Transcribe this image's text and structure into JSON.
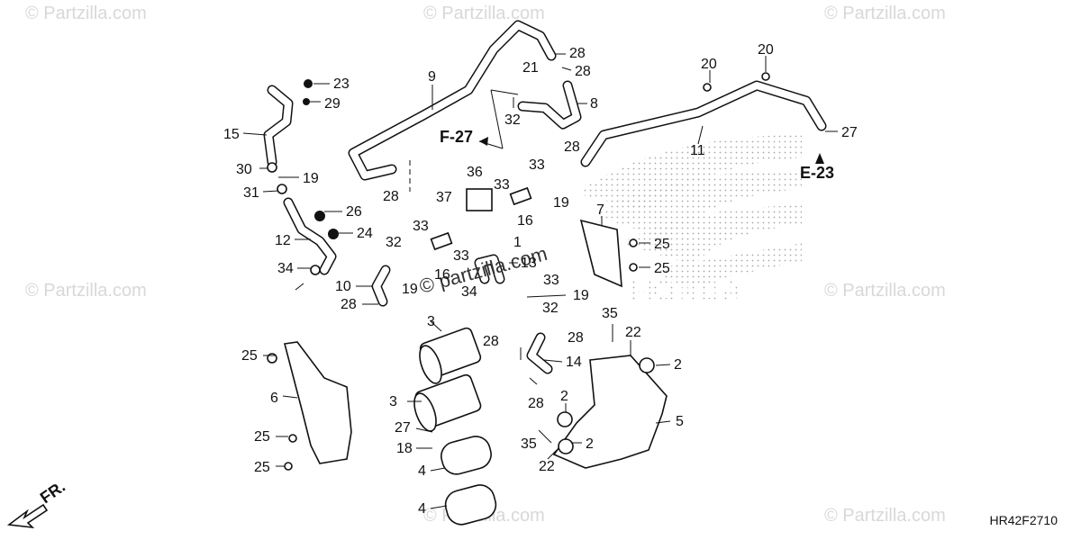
{
  "watermarks": [
    "© Partzilla.com",
    "© Partzilla.com",
    "© Partzilla.com",
    "© Partzilla.com",
    "© Partzilla.com",
    "© Partzilla.com",
    "© Partzilla.com"
  ],
  "center_watermark": "© partzilla.com",
  "brand_mark_text": "HONDA",
  "refs": {
    "f27": "F-27",
    "e23": "E-23"
  },
  "front_label": "FR.",
  "diagram_code": "HR42F2710",
  "callouts": {
    "c23": "23",
    "c29": "29",
    "c15": "15",
    "c30": "30",
    "c19a": "19",
    "c31": "31",
    "c26": "26",
    "c24": "24",
    "c12": "12",
    "c34a": "34",
    "c9": "9",
    "c28a": "28",
    "c21": "21",
    "c28b": "28",
    "c8": "8",
    "c32a": "32",
    "c36": "36",
    "c33a": "33",
    "c37": "37",
    "c16a": "16",
    "c33b": "33",
    "c28c": "28",
    "c19b": "19",
    "c20a": "20",
    "c20b": "20",
    "c11": "11",
    "c27a": "27",
    "c7": "7",
    "c25a": "25",
    "c25b": "25",
    "c33c": "33",
    "c1": "1",
    "c32b": "32",
    "c33d": "33",
    "c16b": "16",
    "c19c": "19",
    "c13": "13",
    "c33e": "33",
    "c10": "10",
    "c28d": "28",
    "c34b": "34",
    "c19d": "19",
    "c32c": "32",
    "c3a": "3",
    "c28e": "28",
    "c28f": "28",
    "c14": "14",
    "c3b": "3",
    "c28g": "28",
    "c25c": "25",
    "c6": "6",
    "c25d": "25",
    "c25e": "25",
    "c27b": "27",
    "c18": "18",
    "c4a": "4",
    "c4b": "4",
    "c35a": "35",
    "c22a": "22",
    "c2a": "2",
    "c2b": "2",
    "c5": "5",
    "c35b": "35",
    "c22b": "22",
    "c2c": "2"
  }
}
